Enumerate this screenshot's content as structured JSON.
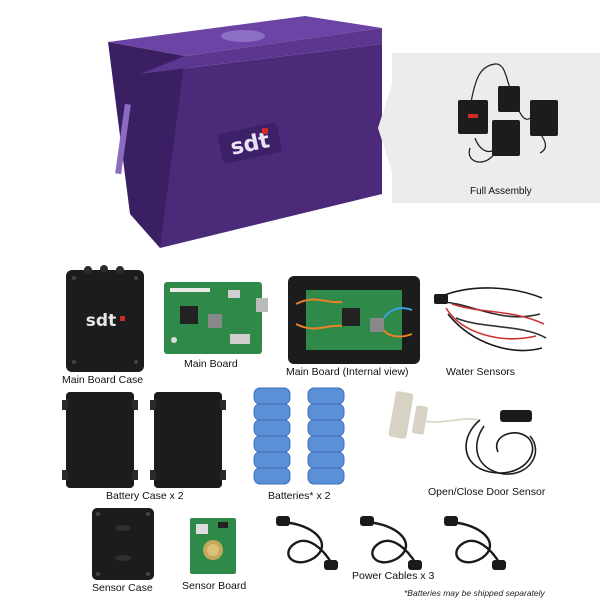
{
  "box": {
    "logo_text": "sdt"
  },
  "inset": {
    "label": "Full Assembly"
  },
  "items": {
    "main_board_case": "Main Board Case",
    "main_board": "Main Board",
    "main_board_internal": "Main Board (Internal view)",
    "water_sensors": "Water Sensors",
    "battery_case": "Battery Case x 2",
    "batteries": "Batteries* x 2",
    "door_sensor": "Open/Close Door Sensor",
    "sensor_case": "Sensor Case",
    "sensor_board": "Sensor Board",
    "power_cables": "Power Cables x 3"
  },
  "footnote": "*Batteries may be shipped separately",
  "colors": {
    "box_purple": "#4b2a7a",
    "case_black": "#1c1c1c",
    "pcb_green": "#2f8a4a",
    "battery_blue": "#5b8fd6",
    "accent_red": "#d12a2a"
  }
}
